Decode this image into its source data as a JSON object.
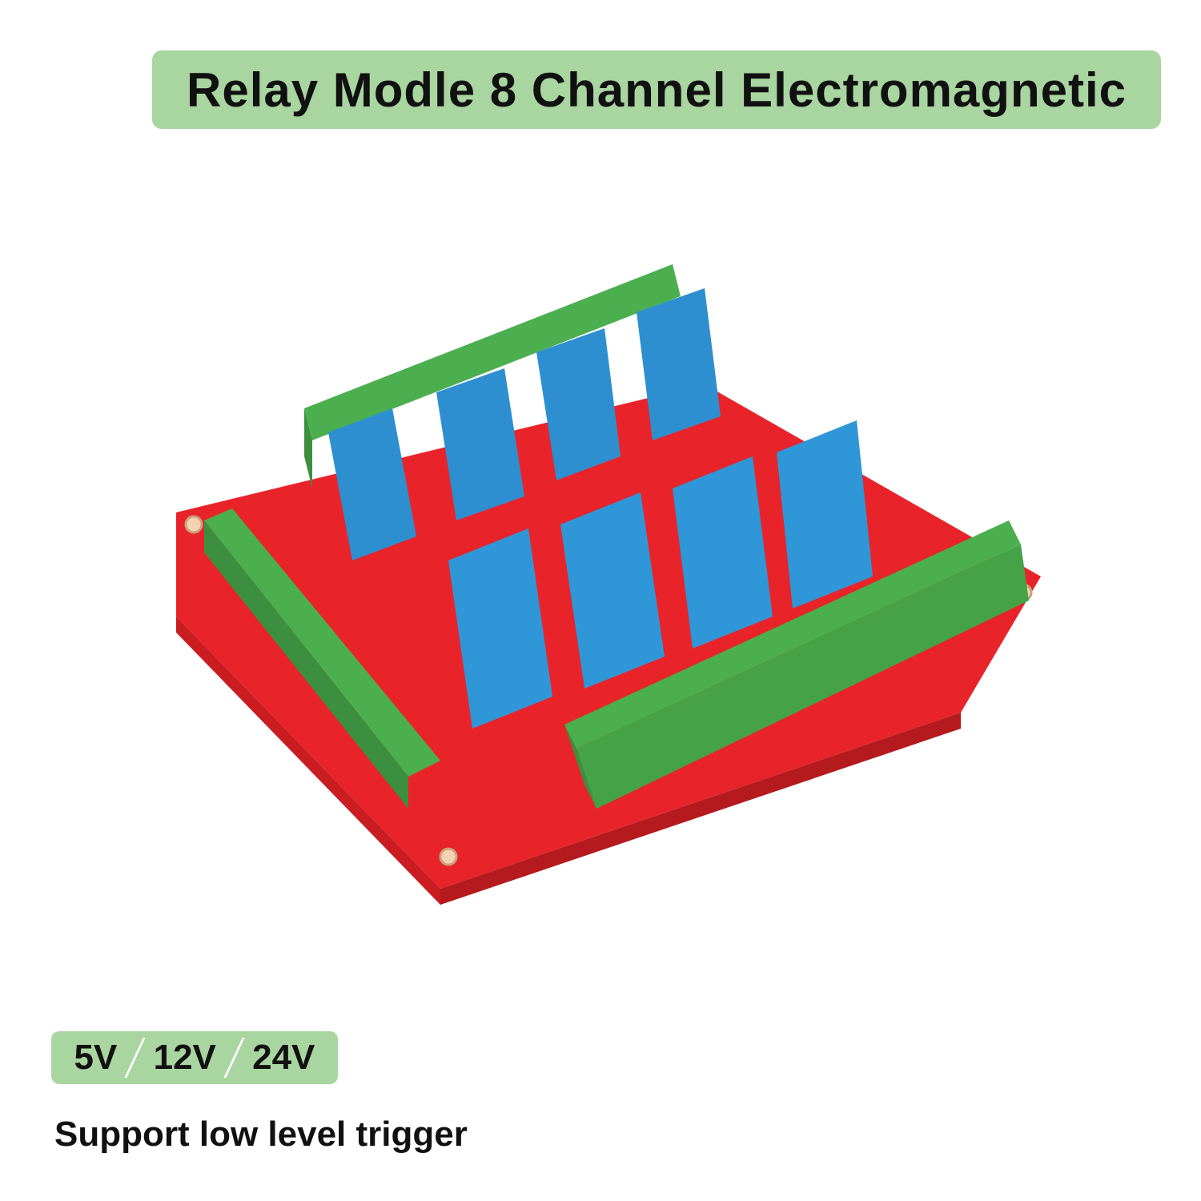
{
  "title": "Relay Modle 8 Channel Electromagnetic",
  "voltages": [
    "5V",
    "12V",
    "24V"
  ],
  "tagline": "Support low level trigger",
  "colors": {
    "banner": "#a9d5a0",
    "board": "#e8242a",
    "relay": "#2d8fd0",
    "terminal": "#4caf4f"
  }
}
